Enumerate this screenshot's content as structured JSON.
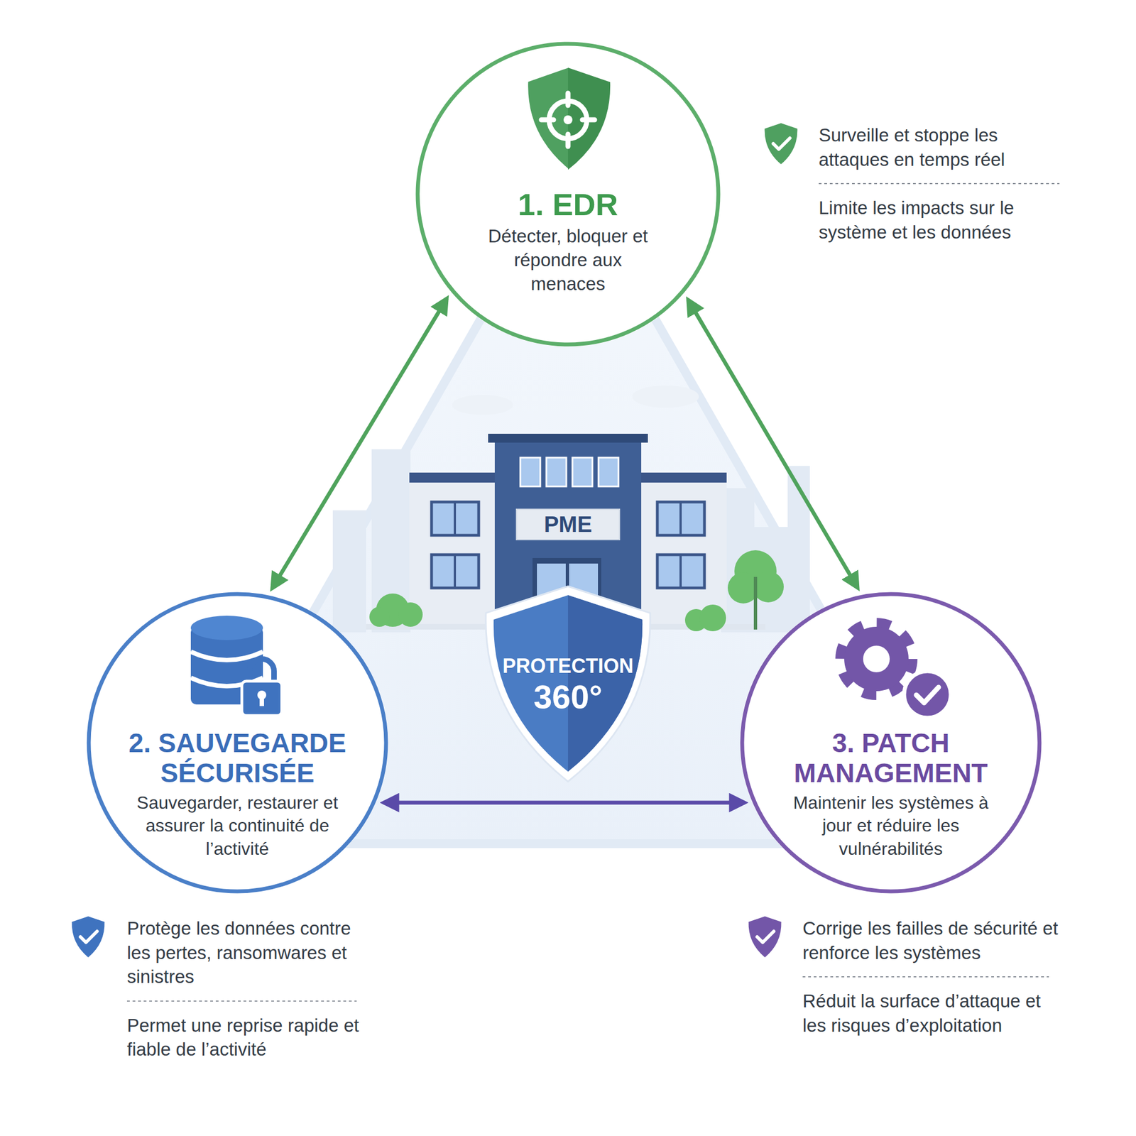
{
  "diagram": {
    "nodes": [
      {
        "text": [
          "1. EDR",
          "Détecter, bloquer et répondre aux menaces"
        ]
      },
      {
        "text": [
          "2. SAUVEGARDE SÉCURISÉE",
          "Sauvegarder, restaurer et assurer la continuité de l’activité"
        ]
      },
      {
        "text": [
          "3. PATCH MANAGEMENT",
          "Maintenir les systèmes à jour et réduire les vulnérabilités"
        ]
      },
      {
        "text": [
          "PROTECTION",
          "360°"
        ]
      }
    ],
    "edges": [
      {
        "from": 0,
        "to": 1,
        "arrow": "both"
      },
      {
        "from": 0,
        "to": 2,
        "arrow": "both"
      },
      {
        "from": 1,
        "to": 2,
        "arrow": "both"
      }
    ],
    "labels": [
      "PME",
      "Surveille et stoppe les attaques en temps réel",
      "Limite les impacts sur le système et les données",
      "Protège les données contre les pertes, ransomwares et sinistres",
      "Permet une reprise rapide et fiable de l’activité",
      "Corrige les failles de sécurité et renforce les systèmes",
      "Réduit la surface d’attaque et les risques d’exploitation"
    ]
  }
}
